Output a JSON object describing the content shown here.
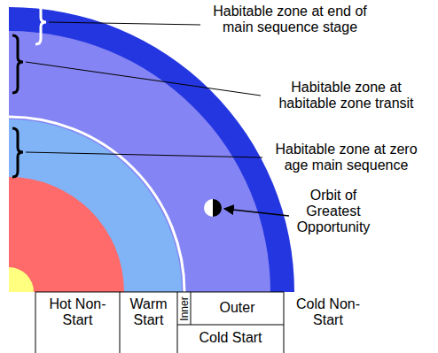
{
  "diagram": {
    "labels": [
      "Habitable zone at end of main sequence stage",
      "Habitable zone at habitable zone transit",
      "Habitable zone at zero age main sequence",
      "Orbit of Greatest Opportunity",
      "Hot Non-Start",
      "Warm Start",
      "Inner",
      "Outer",
      "Cold Start",
      "Cold Non-Start"
    ]
  }
}
